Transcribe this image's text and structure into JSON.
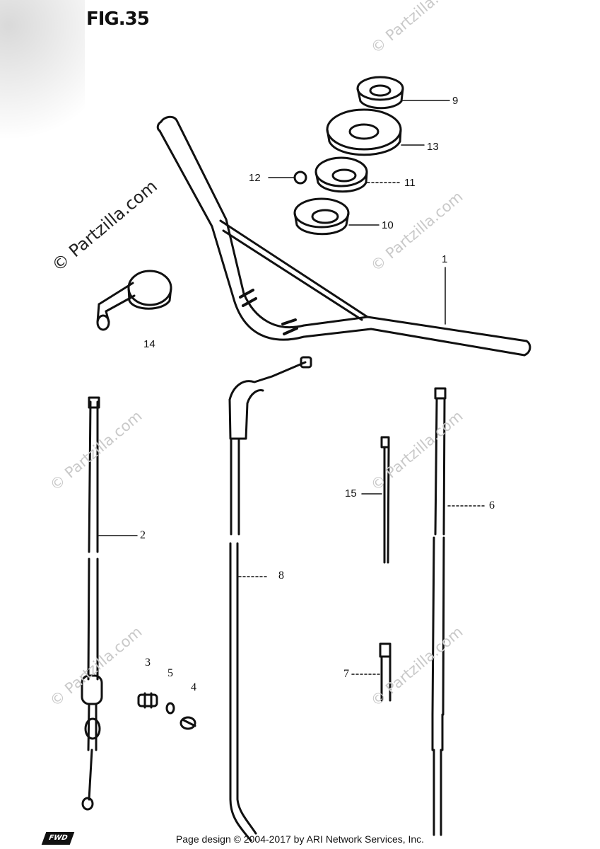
{
  "figure": {
    "title": "FIG.35"
  },
  "callouts": [
    {
      "id": "1",
      "label": "1"
    },
    {
      "id": "2",
      "label": "2"
    },
    {
      "id": "3",
      "label": "3"
    },
    {
      "id": "4",
      "label": "4"
    },
    {
      "id": "5",
      "label": "5"
    },
    {
      "id": "6",
      "label": "6"
    },
    {
      "id": "7",
      "label": "7"
    },
    {
      "id": "8",
      "label": "8"
    },
    {
      "id": "9",
      "label": "9"
    },
    {
      "id": "10",
      "label": "10"
    },
    {
      "id": "11",
      "label": "11"
    },
    {
      "id": "12",
      "label": "12"
    },
    {
      "id": "13",
      "label": "13"
    },
    {
      "id": "14",
      "label": "14"
    },
    {
      "id": "15",
      "label": "15"
    }
  ],
  "watermark": {
    "text": "© Partzilla.com"
  },
  "footer": {
    "text": "Page design © 2004-2017 by ARI Network Services, Inc."
  },
  "badge": {
    "text": "FWD"
  },
  "colors": {
    "ink": "#111111",
    "watermark": "#c9c9c9",
    "background": "#ffffff"
  }
}
